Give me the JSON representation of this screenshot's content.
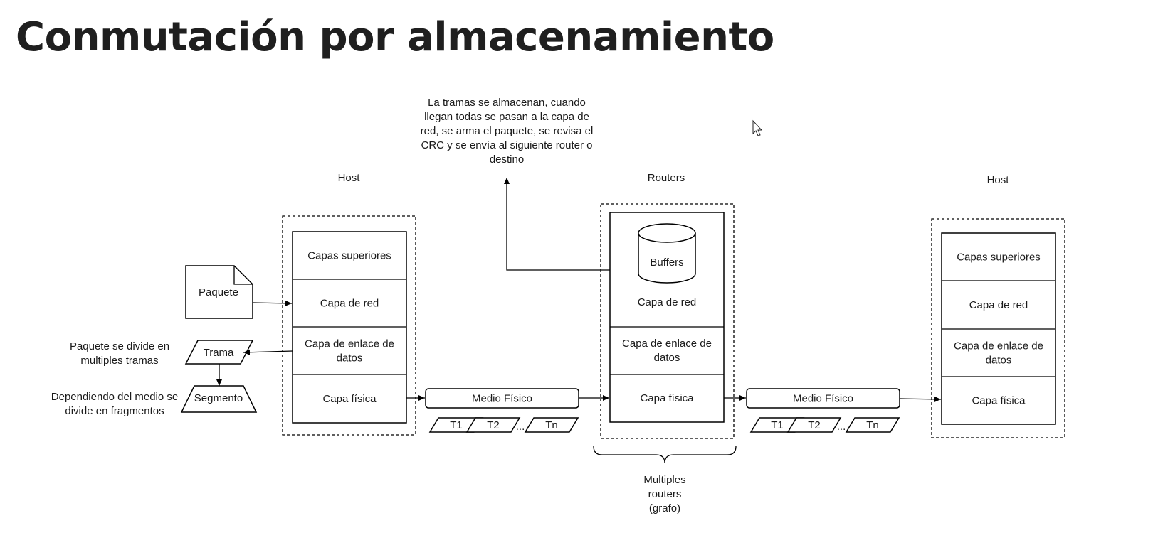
{
  "title": "Conmutación por almacenamiento",
  "note": [
    "La tramas se almacenan, cuando",
    "llegan todas se pasan a la capa de",
    "red, se arma el paquete, se revisa el",
    "CRC y se envía al siguiente router o",
    "destino"
  ],
  "host_left": {
    "label": "Host",
    "layers": [
      "Capas superiores",
      "Capa de red",
      [
        "Capa de enlace de",
        "datos"
      ],
      "Capa física"
    ]
  },
  "router": {
    "label": "Routers",
    "buffers": "Buffers",
    "layers": [
      "Capa de red",
      [
        "Capa de enlace de",
        "datos"
      ],
      "Capa física"
    ],
    "brace_label": [
      "Multiples",
      "routers",
      "(grafo)"
    ]
  },
  "host_right": {
    "label": "Host",
    "layers": [
      "Capas superiores",
      "Capa de red",
      [
        "Capa de enlace de",
        "datos"
      ],
      "Capa física"
    ]
  },
  "left_side": {
    "paquete": "Paquete",
    "trama": "Trama",
    "segmento": "Segmento",
    "trama_note": [
      "Paquete se divide en",
      "multiples tramas"
    ],
    "segmento_note": [
      "Dependiendo del medio se",
      "divide en fragmentos"
    ]
  },
  "medium": {
    "label": "Medio Físico",
    "frames": [
      "T1",
      "T2",
      "...",
      "Tn"
    ]
  }
}
